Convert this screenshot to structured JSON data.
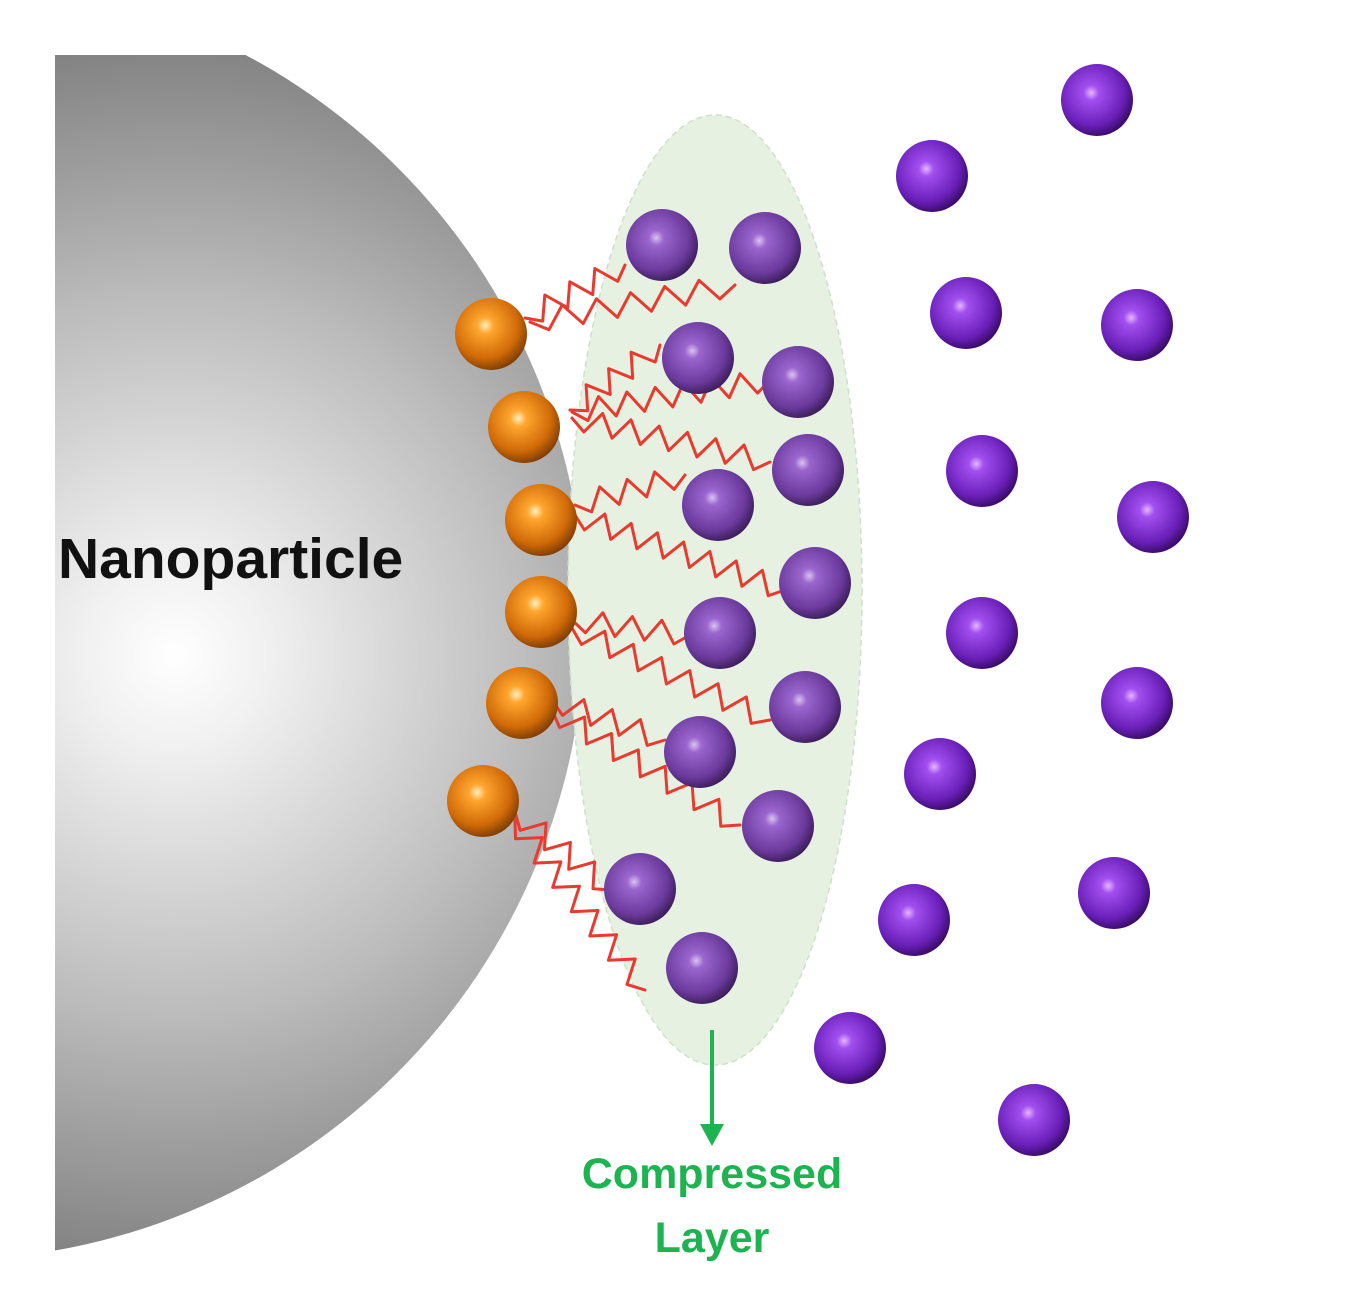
{
  "labels": {
    "nanoparticle": "Nanoparticle",
    "compressed_line1": "Compressed",
    "compressed_line2": "Layer"
  },
  "colors": {
    "nanoparticle": "#9a9a9a",
    "ligand_sphere": "#e07a10",
    "ion_sphere": "#8a3fcf",
    "chain": "#e83a2e",
    "layer_fill": "#e6f1e1",
    "label_accent": "#1db350"
  },
  "icons": {
    "arrow": "arrow-down-icon"
  }
}
